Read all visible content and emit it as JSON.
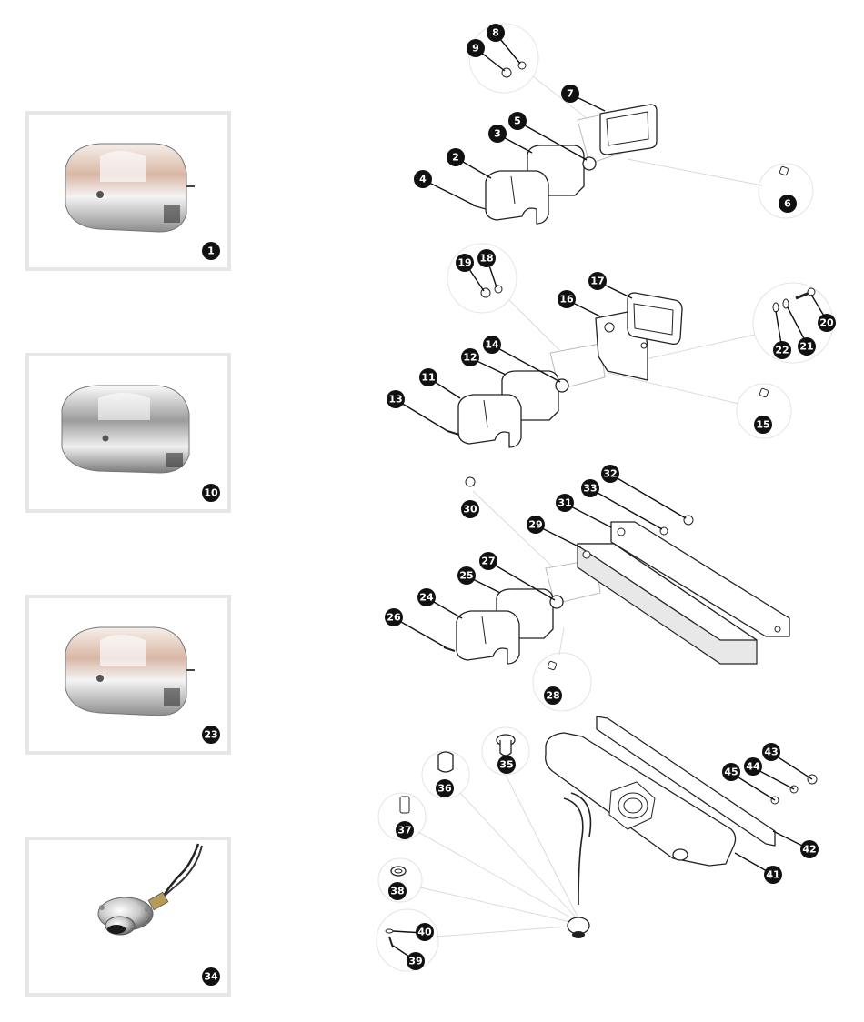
{
  "photos": [
    {
      "id": "photo-1",
      "label": "1"
    },
    {
      "id": "photo-10",
      "label": "10"
    },
    {
      "id": "photo-23",
      "label": "23"
    },
    {
      "id": "photo-34",
      "label": "34"
    }
  ],
  "callouts": [
    "2",
    "3",
    "4",
    "5",
    "6",
    "7",
    "8",
    "9",
    "11",
    "12",
    "13",
    "14",
    "15",
    "16",
    "17",
    "18",
    "19",
    "20",
    "21",
    "22",
    "24",
    "25",
    "26",
    "27",
    "28",
    "29",
    "30",
    "31",
    "32",
    "33",
    "35",
    "36",
    "37",
    "38",
    "39",
    "40",
    "41",
    "42",
    "43",
    "44",
    "45"
  ],
  "colors": {
    "badge": "#111111",
    "frame": "#e6e6e6",
    "guide": "#d8d8d8",
    "chrome_light": "#f2f2f2",
    "chrome_dark": "#8a8a8a"
  }
}
